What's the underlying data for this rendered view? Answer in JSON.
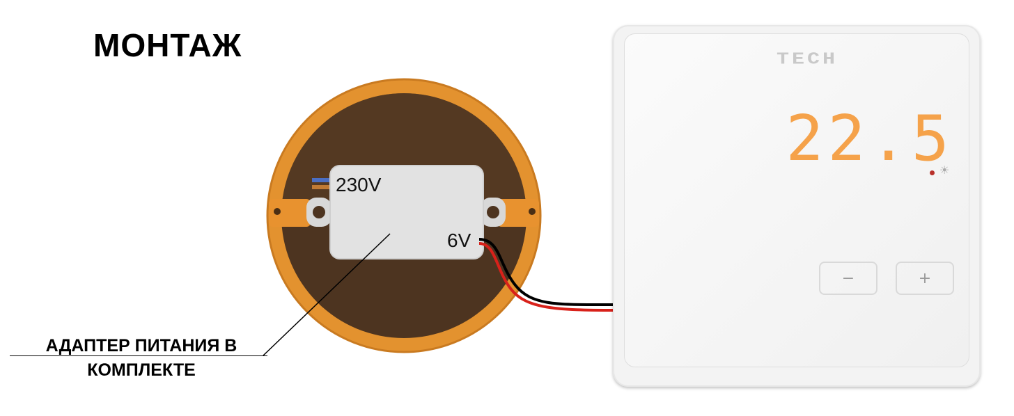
{
  "title": "МОНТАЖ",
  "caption": {
    "line1": "АДАПТЕР ПИТАНИЯ В",
    "line2": "КОМПЛЕКТЕ"
  },
  "adapter": {
    "input_label": "230V",
    "output_label": "6V"
  },
  "thermostat": {
    "brand": "TECH",
    "temperature": "22.5",
    "minus_label": "−",
    "plus_label": "+",
    "sun_icon": "☀"
  },
  "colors": {
    "box_orange": "#e79a3a",
    "display_orange": "#f5a24a",
    "wire_red": "#d8211a"
  }
}
